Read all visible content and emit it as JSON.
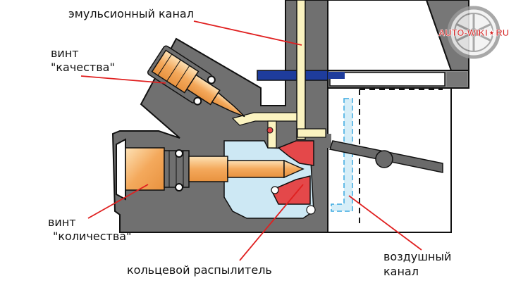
{
  "labels": {
    "emulsion_channel": "эмульсионный канал",
    "quality_screw_l1": "винт",
    "quality_screw_l2": "\"качества\"",
    "quantity_screw_l1": "винт",
    "quantity_screw_l2": "\"количества\"",
    "ring_sprayer": "кольцевой распылитель",
    "air_channel_l1": "воздушный",
    "air_channel_l2": "канал"
  },
  "watermark": {
    "text": "AUTO-WIKI★RU",
    "icon": "car-wheel-icon"
  },
  "colors": {
    "body_gray": "#6e6e6e",
    "cavity_blue": "#cde8f4",
    "screw_orange": "#f6b76a",
    "emulsion_yellow": "#fbf3c0",
    "red_section": "#e4484a",
    "pointer_red": "#e02020",
    "accent_blue": "#1e3c9c"
  }
}
